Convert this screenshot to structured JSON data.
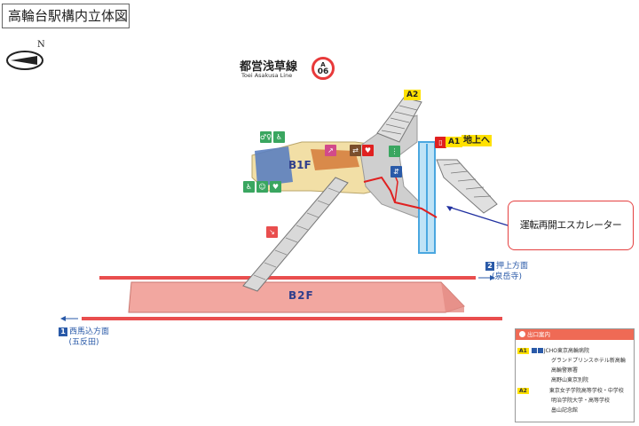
{
  "title": "高輪台駅構内立体図",
  "compass": {
    "north_label": "N"
  },
  "line": {
    "name_jp": "都営浅草線",
    "name_en": "Toei Asakusa Line",
    "letter": "A",
    "number": "06",
    "color": "#e8393a"
  },
  "exits": {
    "a2_tag": "A2",
    "a1_tag": "A1",
    "a1_label": "地上へ"
  },
  "floors": {
    "b1": "B1F",
    "b2": "B2F"
  },
  "callout": "運転再開エスカレーター",
  "directions": {
    "right": {
      "number": "2",
      "main": "押上方面",
      "sub": "(泉岳寺)"
    },
    "left": {
      "number": "1",
      "main": "西馬込方面",
      "sub": "(五反田)"
    }
  },
  "exit_guide": {
    "header": "出口案内",
    "a1_tag": "A1",
    "a1_items": [
      "JCHO東京高輪病院",
      "グランドプリンスホテル新高輪",
      "高輪警察署",
      "高野山東京別院"
    ],
    "a2_tag": "A2",
    "a2_items": [
      "東京女子学院高等学校・中学校",
      "明治学院大学・高等学校",
      "畠山記念館"
    ]
  },
  "facility_icons": [
    "restroom-icon",
    "multipurpose-restroom-icon",
    "wheelchair-icon",
    "escalator-icon",
    "nursing-room-icon",
    "elevator-icon",
    "aed-icon",
    "ticket-gate-icon",
    "stairs-icon"
  ],
  "colors": {
    "platform": "#f2a7a0",
    "concourse": "#f2dfa6",
    "track": "#e94e4e",
    "stairs": "#d9d9d9",
    "elevator": "#4aa7e0",
    "route": "#e02020"
  }
}
